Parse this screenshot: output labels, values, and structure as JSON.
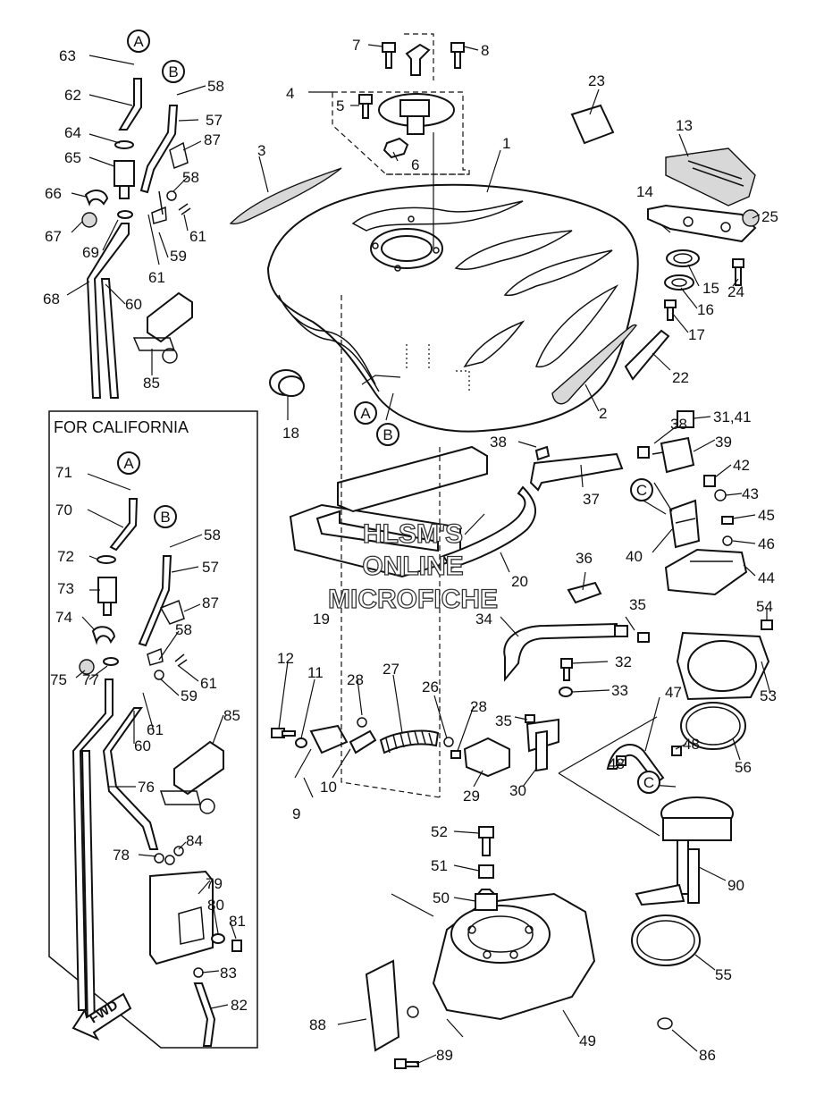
{
  "watermark": {
    "line1": "HLSM'S",
    "line2": "ONLINE",
    "line3": "MICROFICHE"
  },
  "california_box": {
    "title": "FOR CALIFORNIA"
  },
  "direction_arrow": {
    "label": "FWD"
  },
  "circle_letters": [
    "A",
    "B",
    "C"
  ],
  "callouts": {
    "c1": "1",
    "c2": "2",
    "c3": "3",
    "c4": "4",
    "c5": "5",
    "c6": "6",
    "c7": "7",
    "c8": "8",
    "c9": "9",
    "c10": "10",
    "c11": "11",
    "c12": "12",
    "c13": "13",
    "c14": "14",
    "c15": "15",
    "c16": "16",
    "c17": "17",
    "c18": "18",
    "c19": "19",
    "c20": "20",
    "c22": "22",
    "c23": "23",
    "c24": "24",
    "c25": "25",
    "c26": "26",
    "c27": "27",
    "c28": "28",
    "c29": "29",
    "c30": "30",
    "c31_41": "31,41",
    "c32": "32",
    "c33": "33",
    "c34": "34",
    "c35": "35",
    "c36": "36",
    "c37": "37",
    "c38": "38",
    "c39": "39",
    "c40": "40",
    "c42": "42",
    "c43": "43",
    "c44": "44",
    "c45": "45",
    "c46": "46",
    "c47": "47",
    "c48": "48",
    "c49": "49",
    "c50": "50",
    "c51": "51",
    "c52": "52",
    "c53": "53",
    "c54": "54",
    "c55": "55",
    "c56": "56",
    "c57": "57",
    "c58": "58",
    "c59": "59",
    "c60": "60",
    "c61": "61",
    "c62": "62",
    "c63": "63",
    "c64": "64",
    "c65": "65",
    "c66": "66",
    "c67": "67",
    "c68": "68",
    "c69": "69",
    "c70": "70",
    "c71": "71",
    "c72": "72",
    "c73": "73",
    "c74": "74",
    "c75": "75",
    "c76": "76",
    "c77": "77",
    "c78": "78",
    "c79": "79",
    "c80": "80",
    "c81": "81",
    "c82": "82",
    "c83": "83",
    "c84": "84",
    "c85": "85",
    "c86": "86",
    "c87": "87",
    "c88": "88",
    "c89": "89",
    "c90": "90"
  }
}
